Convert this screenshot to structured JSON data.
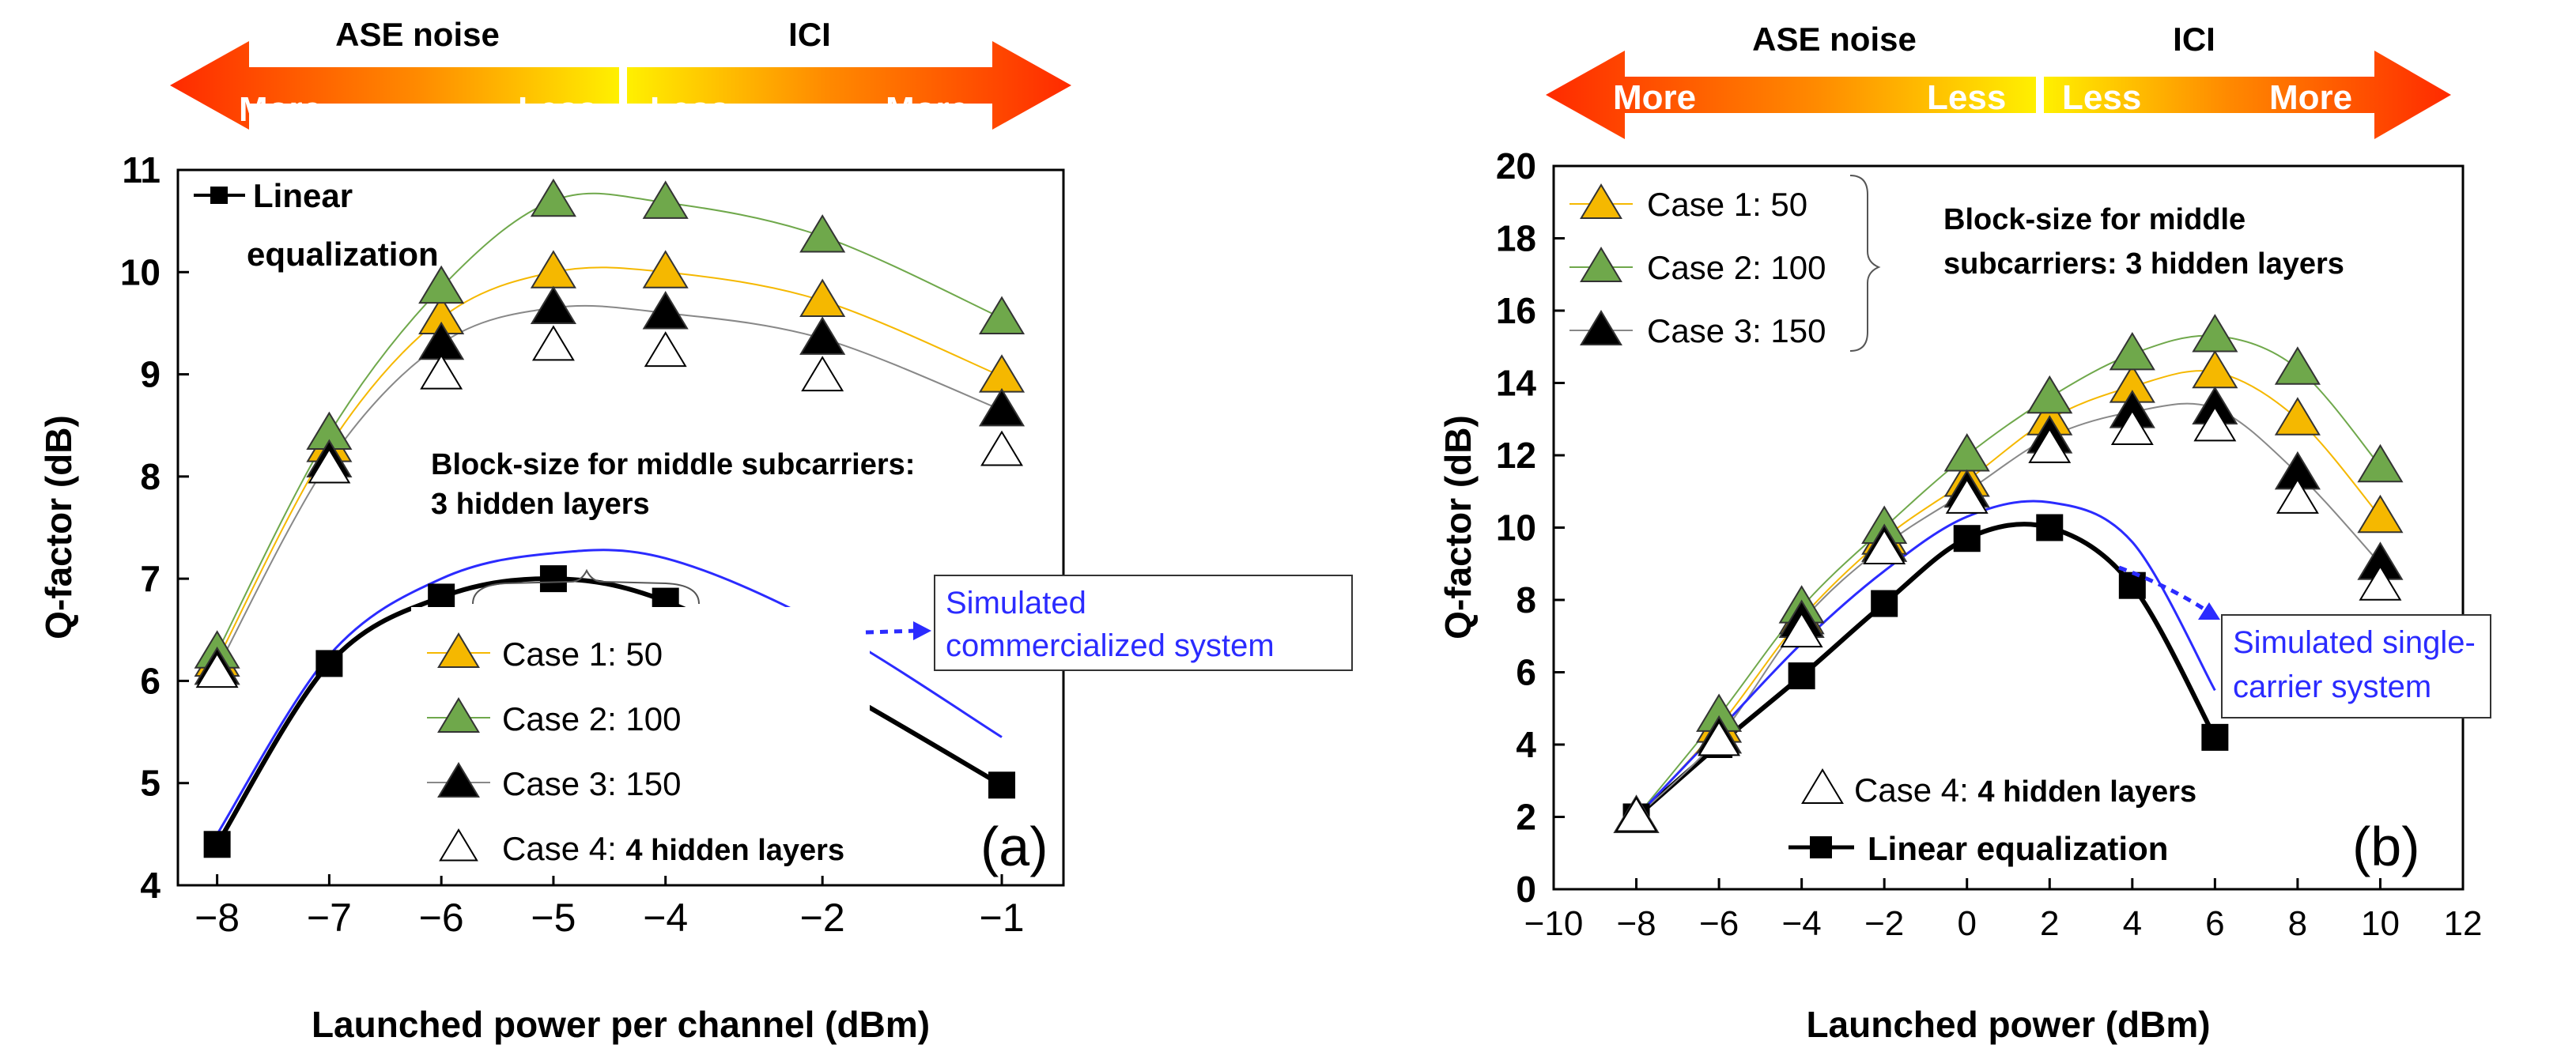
{
  "colors": {
    "case1": "#F5B800",
    "case2": "#6FA84B",
    "case3": "#000000",
    "case4": "#ffffff",
    "linear": "#000000",
    "simulated": "#2B2BFF",
    "arrow_red": "#FF2A00",
    "arrow_orange": "#FF8A00",
    "arrow_yellow": "#FFF000"
  },
  "chart_data": [
    {
      "id": "a",
      "type": "line",
      "panel_label": "(a)",
      "xlabel": "Launched power per channel (dBm)",
      "ylabel": "Q-factor (dB)",
      "xlim": [
        -8.35,
        -0.45
      ],
      "ylim": [
        4,
        11
      ],
      "xticks": [
        -8,
        -7,
        -6,
        -5,
        -4,
        -2,
        -1
      ],
      "yticks": [
        4,
        5,
        6,
        7,
        8,
        9,
        10,
        11
      ],
      "x_tick_positions": [
        -8,
        -7,
        -6,
        -5,
        -4,
        -2.6,
        -1
      ],
      "x_positions": [
        -8,
        -7,
        -6,
        -5,
        -4,
        -2.6,
        -1
      ],
      "arrow": {
        "left_title": "ASE noise",
        "right_title": "ICI",
        "labels": [
          "More",
          "Less",
          "Less",
          "More"
        ]
      },
      "series": [
        {
          "name": "Linear equalization",
          "marker": "square",
          "x": [
            -8,
            -7,
            -6,
            -5,
            -4,
            -2,
            -1
          ],
          "values": [
            4.4,
            6.17,
            6.82,
            7.0,
            6.78,
            6.0,
            4.98
          ]
        },
        {
          "name": "Case 1: 50",
          "marker": "triangle",
          "x": [
            -8,
            -7,
            -6,
            -5,
            -4,
            -2,
            -1
          ],
          "values": [
            6.2,
            8.3,
            9.55,
            10.0,
            10.0,
            9.72,
            8.98
          ]
        },
        {
          "name": "Case 2: 100",
          "marker": "triangle",
          "x": [
            -8,
            -7,
            -6,
            -5,
            -4,
            -2,
            -1
          ],
          "values": [
            6.28,
            8.42,
            9.85,
            10.7,
            10.68,
            10.35,
            9.55
          ]
        },
        {
          "name": "Case 3: 150",
          "marker": "triangle",
          "x": [
            -8,
            -7,
            -6,
            -5,
            -4,
            -2,
            -1
          ],
          "values": [
            6.12,
            8.15,
            9.3,
            9.65,
            9.6,
            9.35,
            8.65
          ]
        },
        {
          "name": "Case 4: 4 hidden layers",
          "marker": "triangle-open",
          "x": [
            -8,
            -7,
            -6,
            -5,
            -4,
            -2,
            -1
          ],
          "values": [
            6.08,
            8.08,
            9.0,
            9.28,
            9.22,
            8.98,
            8.25
          ]
        },
        {
          "name": "Simulated commercialized system",
          "marker": "none",
          "x": [
            -8,
            -7,
            -6,
            -5,
            -4,
            -2,
            -1
          ],
          "values": [
            4.5,
            6.25,
            7.0,
            7.25,
            7.2,
            6.55,
            5.45
          ]
        }
      ],
      "annotations": {
        "block_size": [
          "Block-size for middle subcarriers:",
          "3 hidden layers"
        ],
        "linear_label": [
          "Linear",
          "equalization"
        ],
        "simulated_label": [
          "Simulated",
          "commercialized system"
        ],
        "legend": [
          {
            "prefix": "Case 1: 50",
            "bold": ""
          },
          {
            "prefix": "Case 2: 100",
            "bold": ""
          },
          {
            "prefix": "Case 3: 150",
            "bold": ""
          },
          {
            "prefix": "Case 4: ",
            "bold": "4 hidden layers"
          }
        ]
      }
    },
    {
      "id": "b",
      "type": "line",
      "panel_label": "(b)",
      "xlabel": "Launched power (dBm)",
      "ylabel": "Q-factor (dB)",
      "xlim": [
        -10,
        12
      ],
      "ylim": [
        0,
        20
      ],
      "xticks": [
        -10,
        -8,
        -6,
        -4,
        -2,
        0,
        2,
        4,
        6,
        8,
        10,
        12
      ],
      "yticks": [
        0,
        2,
        4,
        6,
        8,
        10,
        12,
        14,
        16,
        18,
        20
      ],
      "arrow": {
        "left_title": "ASE noise",
        "right_title": "ICI",
        "labels": [
          "More",
          "Less",
          "Less",
          "More"
        ]
      },
      "series": [
        {
          "name": "Linear equalization",
          "marker": "square",
          "x": [
            -8,
            -6,
            -4,
            -2,
            0,
            2,
            4,
            6
          ],
          "values": [
            2.0,
            4.0,
            5.9,
            7.9,
            9.7,
            10.0,
            8.4,
            4.2
          ]
        },
        {
          "name": "Case 1: 50",
          "marker": "triangle",
          "x": [
            -8,
            -6,
            -4,
            -2,
            0,
            2,
            4,
            6,
            8,
            10
          ],
          "values": [
            2.0,
            4.5,
            7.5,
            9.7,
            11.3,
            13.0,
            13.9,
            14.3,
            13.0,
            10.3
          ]
        },
        {
          "name": "Case 2: 100",
          "marker": "triangle",
          "x": [
            -8,
            -6,
            -4,
            -2,
            0,
            2,
            4,
            6,
            8,
            10
          ],
          "values": [
            2.0,
            4.8,
            7.8,
            10.0,
            12.0,
            13.6,
            14.8,
            15.3,
            14.4,
            11.7
          ]
        },
        {
          "name": "Case 3: 150",
          "marker": "triangle",
          "x": [
            -8,
            -6,
            -4,
            -2,
            0,
            2,
            4,
            6,
            8,
            10
          ],
          "values": [
            2.0,
            4.2,
            7.4,
            9.5,
            11.0,
            12.5,
            13.2,
            13.3,
            11.5,
            9.0
          ]
        },
        {
          "name": "Case 4: 4 hidden layers",
          "marker": "triangle-open",
          "x": [
            -8,
            -6,
            -4,
            -2,
            0,
            2,
            4,
            6,
            8,
            10
          ],
          "values": [
            2.0,
            4.1,
            7.1,
            9.4,
            10.8,
            12.2,
            12.7,
            12.8,
            10.8,
            8.4
          ]
        },
        {
          "name": "Simulated single-carrier system",
          "marker": "none",
          "x": [
            -8,
            -6,
            -4,
            -2,
            0,
            2,
            4,
            6
          ],
          "values": [
            2.0,
            4.4,
            6.8,
            8.8,
            10.3,
            10.7,
            9.6,
            5.5
          ]
        }
      ],
      "annotations": {
        "block_size": [
          "Block-size for middle",
          "subcarriers: 3 hidden layers"
        ],
        "simulated_label": [
          "Simulated single-",
          "carrier system"
        ],
        "legend_top": [
          "Case 1: 50",
          "Case 2: 100",
          "Case 3: 150"
        ],
        "legend_bottom": [
          {
            "prefix": "Case 4: ",
            "bold": "4 hidden layers"
          },
          {
            "prefix": "",
            "bold": "Linear equalization"
          }
        ]
      }
    }
  ]
}
